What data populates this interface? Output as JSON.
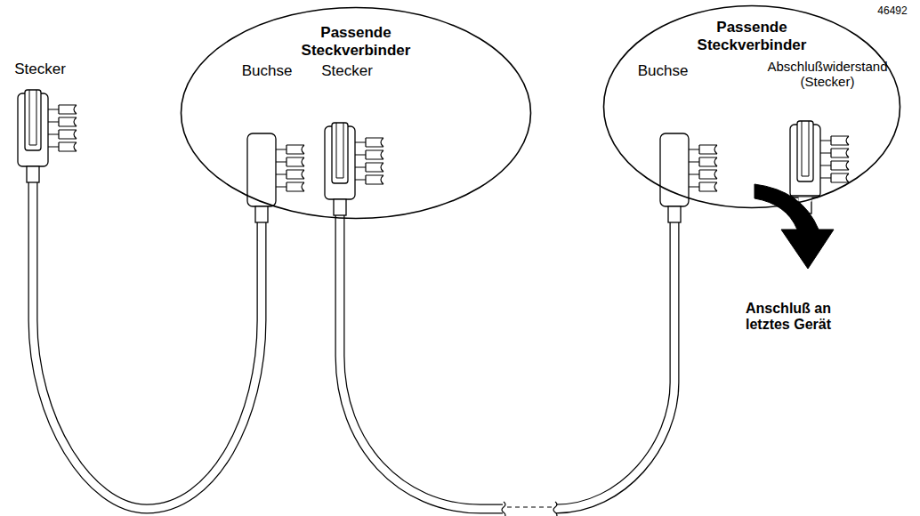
{
  "diagram": {
    "nodes": [
      {
        "text": [
          "Passende Steckverbinder"
        ]
      },
      {
        "text": [
          "Passende Steckverbinder"
        ]
      }
    ],
    "labels": [
      "46492",
      "Stecker",
      "Buchse",
      "Stecker",
      "Buchse",
      "Abschlußwiderstand (Stecker)",
      "Anschluß an letztes Gerät"
    ]
  }
}
